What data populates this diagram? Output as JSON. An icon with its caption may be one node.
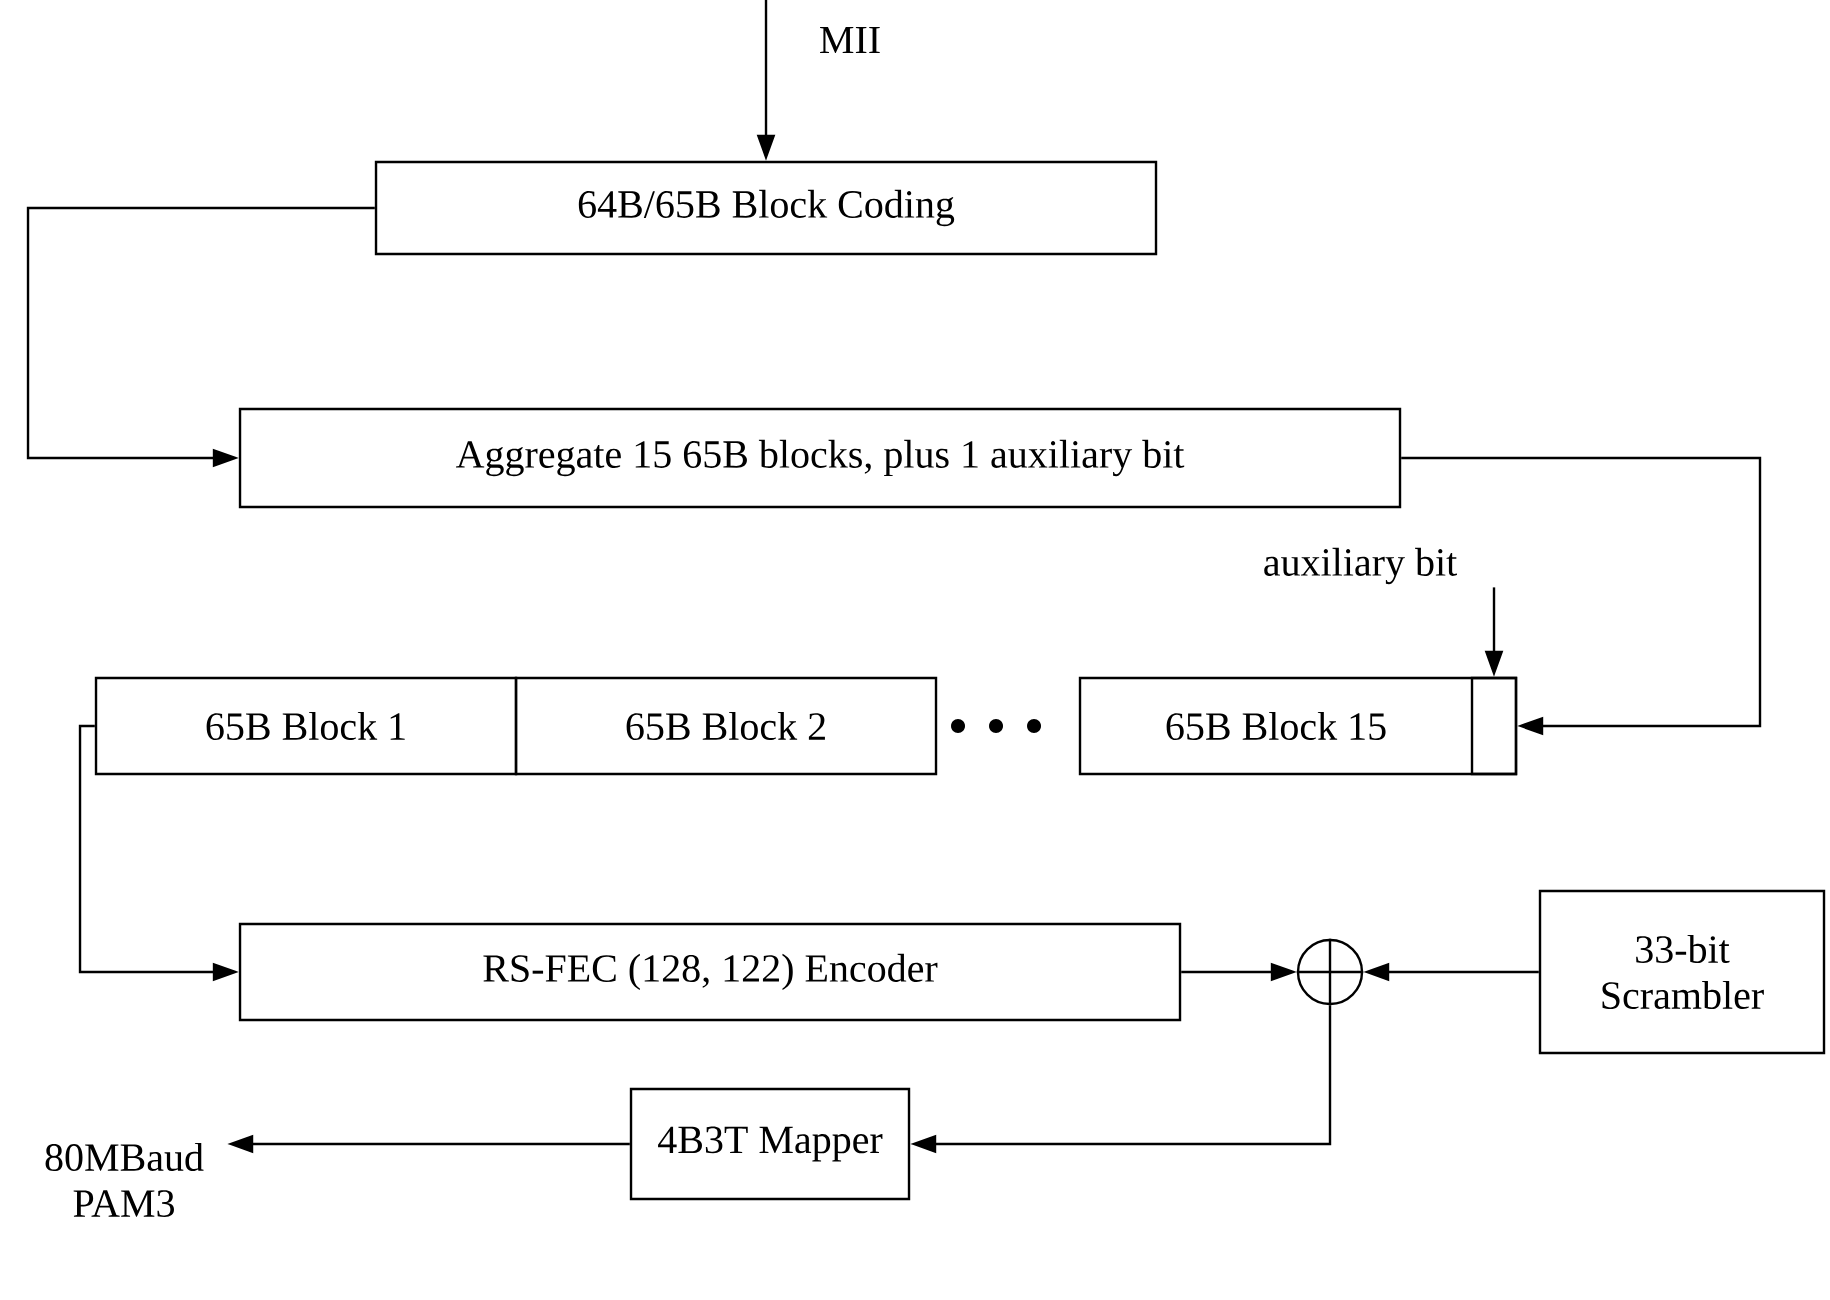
{
  "diagram": {
    "nodes": [
      {
        "text": [
          "MII"
        ]
      },
      {
        "text": [
          "64B/65B Block Coding"
        ]
      },
      {
        "text": [
          "Aggregate 15 65B blocks, plus 1 auxiliary bit"
        ]
      },
      {
        "text": [
          "65B Block 1"
        ]
      },
      {
        "text": [
          "65B Block 2"
        ]
      },
      {
        "text": [
          "65B Block 15"
        ]
      },
      {
        "text": [],
        "shape": "box",
        "in": 5
      },
      {
        "text": [
          "auxiliary bit"
        ]
      },
      {
        "text": [
          "RS-FEC (128, 122) Encoder"
        ]
      },
      {
        "text": [],
        "shape": "circle"
      },
      {
        "text": [
          "33-bit Scrambler"
        ]
      },
      {
        "text": [
          "4B3T Mapper"
        ]
      },
      {
        "text": [
          "80MBaud PAM3"
        ]
      }
    ],
    "edges": [
      {
        "from": 0,
        "to": 1,
        "arrow": "to"
      },
      {
        "from": 1,
        "to": 2,
        "arrow": "to"
      },
      {
        "from": 2,
        "to": 6,
        "arrow": "to"
      },
      {
        "from": 7,
        "to": 6,
        "arrow": "to"
      },
      {
        "from": 3,
        "to": 8,
        "arrow": "to"
      },
      {
        "from": 8,
        "to": 9,
        "arrow": "to"
      },
      {
        "from": 10,
        "to": 9,
        "arrow": "to"
      },
      {
        "from": 9,
        "to": 11,
        "arrow": "to"
      },
      {
        "from": 11,
        "to": 12,
        "arrow": "to"
      }
    ]
  }
}
